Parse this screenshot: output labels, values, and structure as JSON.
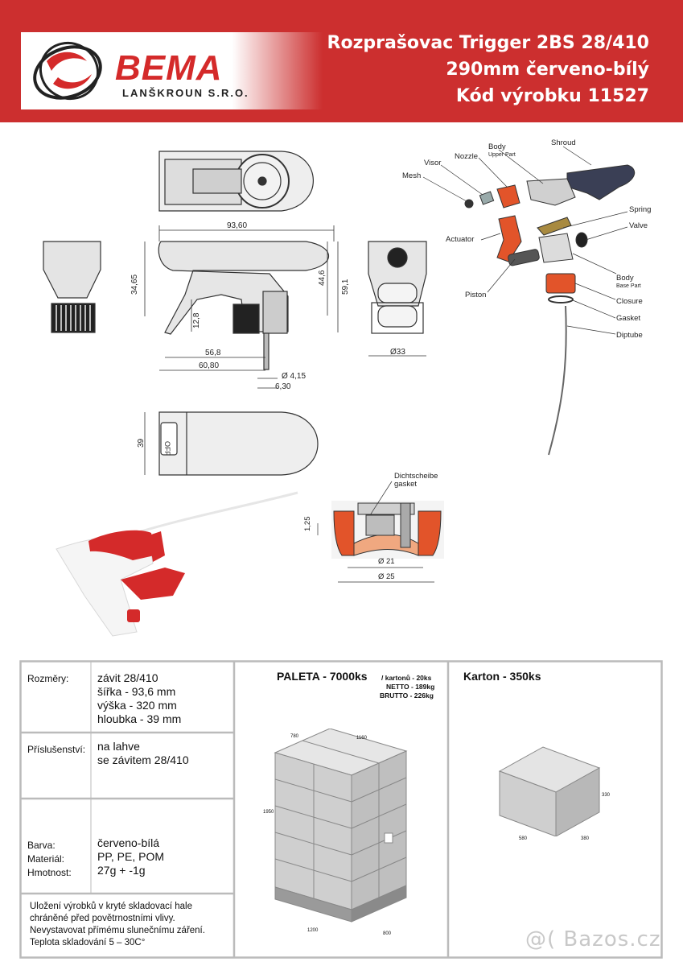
{
  "header": {
    "logo_word": "BEMA",
    "logo_subtitle": "LANŠKROUN S.R.O.",
    "title_line1": "Rozprašovac Trigger 2BS 28/410",
    "title_line2": "290mm červeno-bílý",
    "title_line3": "Kód výrobku 11527",
    "brand_color": "#cc2f2f"
  },
  "drawing": {
    "dims": {
      "width": "93,60",
      "h1": "34,65",
      "h2": "44,6",
      "h3": "59,1",
      "h4": "12,8",
      "d1": "56,8",
      "d2": "60,80",
      "d3": "Ø 4,15",
      "d4": "6,30",
      "d5": "Ø33",
      "depth": "39",
      "gasket_h": "1,25",
      "gasket_d1": "Ø 21",
      "gasket_d2": "Ø 25"
    },
    "parts": {
      "shroud": "Shroud",
      "body_upper": "Body",
      "body_upper_sub": "Upper Part",
      "nozzle": "Nozzle",
      "visor": "Visor",
      "mesh": "Mesh",
      "spring": "Spring",
      "valve": "Valve",
      "actuator": "Actuator",
      "body_base": "Body",
      "body_base_sub": "Base Part",
      "piston": "Piston",
      "closure": "Closure",
      "gasket": "Gasket",
      "diptube": "Diptube"
    },
    "gasket_label1": "Dichtscheibe",
    "gasket_label2": "gasket",
    "off_text": "OFF"
  },
  "specs": {
    "rozmery_label": "Rozměry:",
    "rozmery_values": [
      "závit 28/410",
      "šířka - 93,6 mm",
      "výška - 320 mm",
      "hloubka - 39 mm"
    ],
    "prislusenstvi_label": "Příslušenství:",
    "prislusenstvi_values": [
      "na lahve",
      "se závitem 28/410"
    ],
    "barva_label": "Barva:",
    "barva_value": "červeno-bílá",
    "material_label": "Materiál:",
    "material_value": "PP, PE, POM",
    "hmotnost_label": "Hmotnost:",
    "hmotnost_value": "27g + -1g",
    "note_lines": [
      "Uložení výrobků v kryté skladovací hale",
      "chráněné před povětrnostními vlivy.",
      "Nevystavovat přímému slunečnímu záření.",
      "Teplota skladování 5 – 30C°"
    ]
  },
  "paleta": {
    "title": "PALETA - 7000ks",
    "kartonu": "/ kartonů - 20ks",
    "netto": "NETTO - 189kg",
    "brutto": "BRUTTO - 226kg",
    "dim_top_left": "780",
    "dim_top_right": "1160",
    "dim_height": "1950",
    "dim_bottom_left": "1200",
    "dim_bottom_right": "800"
  },
  "karton": {
    "title": "Karton - 350ks",
    "dim_height": "330",
    "dim_left": "580",
    "dim_right": "380"
  },
  "watermark": "@( Bazos.cz"
}
